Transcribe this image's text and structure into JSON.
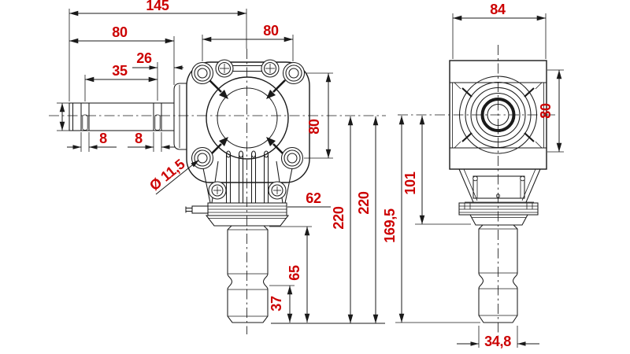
{
  "drawing_type": "technical-dimension-drawing",
  "colors": {
    "dimension_text": "#cc0000",
    "drawing_lines": "#1a1a1a",
    "background": "#ffffff"
  },
  "front_view": {
    "dim_total_width": "145",
    "dim_shaft_end_to_body": "80",
    "dim_groove_to_body": "26",
    "dim_groove_spacing": "35",
    "dim_top_bolt_spacing": "80",
    "dim_groove1_width": "8",
    "dim_groove2_width": "8",
    "dim_bolt_hole_dia": "Ø 11,5",
    "dim_side_bolt_spacing": "80",
    "dim_flange_offset": "62",
    "dim_height_a": "220",
    "dim_height_b": "220",
    "dim_shaft_length": "65",
    "dim_groove_to_tip": "37"
  },
  "side_view": {
    "dim_body_width": "84",
    "dim_body_height": "80",
    "dim_center_to_flange": "101",
    "dim_center_to_groove": "169,5",
    "dim_shaft_width": "34,8"
  }
}
